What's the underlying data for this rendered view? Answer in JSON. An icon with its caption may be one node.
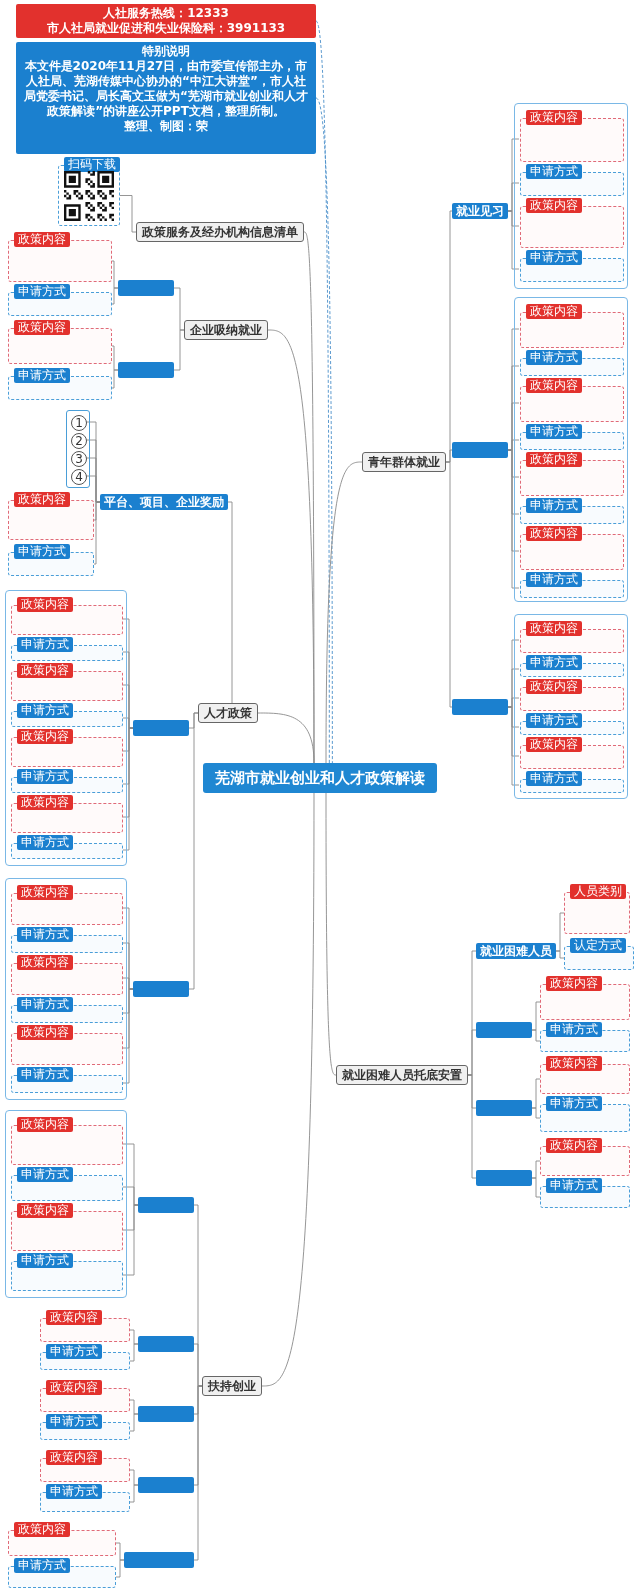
{
  "diagram": {
    "nodes": [
      {
        "text": [
          "人社服务热线：12333",
          "市人社局就业促进和失业保险科：3991133"
        ]
      },
      {
        "text": [
          "特别说明",
          "本文件是2020年11月27日，由市委宣传部主办，市人社局、芜湖传媒中心协办的“中江大讲堂”，市人社局党委书记、局长高文玉做为“芜湖市就业创业和人才政策解读”的讲座公开PPT文档，整理所制。",
          "整理、制图：荣"
        ]
      },
      {
        "text": [
          "芜湖市就业创业和人才政策解读"
        ]
      },
      {
        "text": [
          "政策服务及经办机构信息清单"
        ]
      },
      {
        "text": [
          "扫码下载"
        ]
      },
      {
        "text": [
          "企业吸纳就业"
        ]
      },
      {
        "text": [],
        "shape": "box"
      },
      {
        "text": [
          "政策内容"
        ]
      },
      {
        "text": [
          "申请方式"
        ]
      },
      {
        "text": [],
        "shape": "box"
      },
      {
        "text": [
          "政策内容"
        ]
      },
      {
        "text": [
          "申请方式"
        ]
      },
      {
        "text": [
          "人才政策"
        ]
      },
      {
        "text": [
          "平台、项目、企业奖励"
        ]
      },
      {
        "text": [],
        "shape": "box"
      },
      {
        "text": [
          "1"
        ],
        "in": 14
      },
      {
        "text": [
          "2"
        ],
        "in": 14
      },
      {
        "text": [
          "3"
        ],
        "in": 14
      },
      {
        "text": [
          "4"
        ],
        "in": 14
      },
      {
        "text": [
          "政策内容"
        ]
      },
      {
        "text": [
          "申请方式"
        ]
      },
      {
        "text": [],
        "shape": "box"
      },
      {
        "text": [],
        "shape": "box"
      },
      {
        "text": [
          "政策内容"
        ],
        "in": 21
      },
      {
        "text": [
          "申请方式"
        ],
        "in": 21
      },
      {
        "text": [
          "政策内容"
        ],
        "in": 21
      },
      {
        "text": [
          "申请方式"
        ],
        "in": 21
      },
      {
        "text": [
          "政策内容"
        ],
        "in": 21
      },
      {
        "text": [
          "申请方式"
        ],
        "in": 21
      },
      {
        "text": [
          "政策内容"
        ],
        "in": 21
      },
      {
        "text": [
          "申请方式"
        ],
        "in": 21
      },
      {
        "text": [],
        "shape": "box"
      },
      {
        "text": [],
        "shape": "box"
      },
      {
        "text": [
          "政策内容"
        ],
        "in": 31
      },
      {
        "text": [
          "申请方式"
        ],
        "in": 31
      },
      {
        "text": [
          "政策内容"
        ],
        "in": 31
      },
      {
        "text": [
          "申请方式"
        ],
        "in": 31
      },
      {
        "text": [
          "政策内容"
        ],
        "in": 31
      },
      {
        "text": [
          "申请方式"
        ],
        "in": 31
      },
      {
        "text": [
          "扶持创业"
        ]
      },
      {
        "text": [],
        "shape": "box"
      },
      {
        "text": [],
        "shape": "box"
      },
      {
        "text": [
          "政策内容"
        ],
        "in": 40
      },
      {
        "text": [
          "申请方式"
        ],
        "in": 40
      },
      {
        "text": [
          "政策内容"
        ],
        "in": 40
      },
      {
        "text": [
          "申请方式"
        ],
        "in": 40
      },
      {
        "text": [],
        "shape": "box"
      },
      {
        "text": [
          "政策内容"
        ]
      },
      {
        "text": [
          "申请方式"
        ]
      },
      {
        "text": [],
        "shape": "box"
      },
      {
        "text": [
          "政策内容"
        ]
      },
      {
        "text": [
          "申请方式"
        ]
      },
      {
        "text": [],
        "shape": "box"
      },
      {
        "text": [
          "政策内容"
        ]
      },
      {
        "text": [
          "申请方式"
        ]
      },
      {
        "text": [],
        "shape": "box"
      },
      {
        "text": [
          "政策内容"
        ]
      },
      {
        "text": [
          "申请方式"
        ]
      },
      {
        "text": [
          "青年群体就业"
        ]
      },
      {
        "text": [],
        "shape": "box"
      },
      {
        "text": [
          "就业见习"
        ]
      },
      {
        "text": [
          "政策内容"
        ],
        "in": 59
      },
      {
        "text": [
          "申请方式"
        ],
        "in": 59
      },
      {
        "text": [
          "政策内容"
        ],
        "in": 59
      },
      {
        "text": [
          "申请方式"
        ],
        "in": 59
      },
      {
        "text": [],
        "shape": "box"
      },
      {
        "text": [],
        "shape": "box"
      },
      {
        "text": [
          "政策内容"
        ],
        "in": 65
      },
      {
        "text": [
          "申请方式"
        ],
        "in": 65
      },
      {
        "text": [
          "政策内容"
        ],
        "in": 65
      },
      {
        "text": [
          "申请方式"
        ],
        "in": 65
      },
      {
        "text": [
          "政策内容"
        ],
        "in": 65
      },
      {
        "text": [
          "申请方式"
        ],
        "in": 65
      },
      {
        "text": [
          "政策内容"
        ],
        "in": 65
      },
      {
        "text": [
          "申请方式"
        ],
        "in": 65
      },
      {
        "text": [],
        "shape": "box"
      },
      {
        "text": [],
        "shape": "box"
      },
      {
        "text": [
          "政策内容"
        ],
        "in": 75
      },
      {
        "text": [
          "申请方式"
        ],
        "in": 75
      },
      {
        "text": [
          "政策内容"
        ],
        "in": 75
      },
      {
        "text": [
          "申请方式"
        ],
        "in": 75
      },
      {
        "text": [
          "政策内容"
        ],
        "in": 75
      },
      {
        "text": [
          "申请方式"
        ],
        "in": 75
      },
      {
        "text": [
          "就业困难人员托底安置"
        ]
      },
      {
        "text": [
          "就业困难人员"
        ]
      },
      {
        "text": [
          "人员类别"
        ]
      },
      {
        "text": [
          "认定方式"
        ]
      },
      {
        "text": [],
        "shape": "box"
      },
      {
        "text": [
          "政策内容"
        ]
      },
      {
        "text": [
          "申请方式"
        ]
      },
      {
        "text": [],
        "shape": "box"
      },
      {
        "text": [
          "政策内容"
        ]
      },
      {
        "text": [
          "申请方式"
        ]
      },
      {
        "text": [],
        "shape": "box"
      },
      {
        "text": [
          "政策内容"
        ]
      },
      {
        "text": [
          "申请方式"
        ]
      }
    ],
    "edges": [
      {
        "from": 0,
        "to": 2,
        "arrow": "none",
        "style": "dashed",
        "color": "#4a8fc9"
      },
      {
        "from": 1,
        "to": 2,
        "arrow": "none",
        "style": "dashed",
        "color": "#4a8fc9"
      },
      {
        "from": 2,
        "to": 3,
        "arrow": "none"
      },
      {
        "from": 2,
        "to": 5,
        "arrow": "none"
      },
      {
        "from": 2,
        "to": 12,
        "arrow": "none"
      },
      {
        "from": 2,
        "to": 39,
        "arrow": "none"
      },
      {
        "from": 2,
        "to": 58,
        "arrow": "none"
      },
      {
        "from": 2,
        "to": 83,
        "arrow": "none"
      },
      {
        "from": 3,
        "to": 4,
        "arrow": "none"
      },
      {
        "from": 5,
        "to": 6,
        "arrow": "none"
      },
      {
        "from": 5,
        "to": 9,
        "arrow": "none"
      },
      {
        "from": 6,
        "to": 7,
        "arrow": "none"
      },
      {
        "from": 6,
        "to": 8,
        "arrow": "none"
      },
      {
        "from": 9,
        "to": 10,
        "arrow": "none"
      },
      {
        "from": 9,
        "to": 11,
        "arrow": "none"
      },
      {
        "from": 12,
        "to": 13,
        "arrow": "none"
      },
      {
        "from": 12,
        "to": 22,
        "arrow": "none"
      },
      {
        "from": 12,
        "to": 32,
        "arrow": "none"
      },
      {
        "from": 13,
        "to": 15,
        "arrow": "none"
      },
      {
        "from": 13,
        "to": 16,
        "arrow": "none"
      },
      {
        "from": 13,
        "to": 17,
        "arrow": "none"
      },
      {
        "from": 13,
        "to": 18,
        "arrow": "none"
      },
      {
        "from": 13,
        "to": 19,
        "arrow": "none"
      },
      {
        "from": 13,
        "to": 20,
        "arrow": "none"
      },
      {
        "from": 22,
        "to": 23,
        "arrow": "none"
      },
      {
        "from": 22,
        "to": 24,
        "arrow": "none"
      },
      {
        "from": 22,
        "to": 25,
        "arrow": "none"
      },
      {
        "from": 22,
        "to": 26,
        "arrow": "none"
      },
      {
        "from": 22,
        "to": 27,
        "arrow": "none"
      },
      {
        "from": 22,
        "to": 28,
        "arrow": "none"
      },
      {
        "from": 22,
        "to": 29,
        "arrow": "none"
      },
      {
        "from": 22,
        "to": 30,
        "arrow": "none"
      },
      {
        "from": 32,
        "to": 33,
        "arrow": "none"
      },
      {
        "from": 32,
        "to": 34,
        "arrow": "none"
      },
      {
        "from": 32,
        "to": 35,
        "arrow": "none"
      },
      {
        "from": 32,
        "to": 36,
        "arrow": "none"
      },
      {
        "from": 32,
        "to": 37,
        "arrow": "none"
      },
      {
        "from": 32,
        "to": 38,
        "arrow": "none"
      },
      {
        "from": 39,
        "to": 41,
        "arrow": "none"
      },
      {
        "from": 39,
        "to": 46,
        "arrow": "none"
      },
      {
        "from": 39,
        "to": 49,
        "arrow": "none"
      },
      {
        "from": 39,
        "to": 52,
        "arrow": "none"
      },
      {
        "from": 39,
        "to": 55,
        "arrow": "none"
      },
      {
        "from": 41,
        "to": 42,
        "arrow": "none"
      },
      {
        "from": 41,
        "to": 43,
        "arrow": "none"
      },
      {
        "from": 41,
        "to": 44,
        "arrow": "none"
      },
      {
        "from": 41,
        "to": 45,
        "arrow": "none"
      },
      {
        "from": 46,
        "to": 47,
        "arrow": "none"
      },
      {
        "from": 46,
        "to": 48,
        "arrow": "none"
      },
      {
        "from": 49,
        "to": 50,
        "arrow": "none"
      },
      {
        "from": 49,
        "to": 51,
        "arrow": "none"
      },
      {
        "from": 52,
        "to": 53,
        "arrow": "none"
      },
      {
        "from": 52,
        "to": 54,
        "arrow": "none"
      },
      {
        "from": 55,
        "to": 56,
        "arrow": "none"
      },
      {
        "from": 55,
        "to": 57,
        "arrow": "none"
      },
      {
        "from": 58,
        "to": 60,
        "arrow": "none"
      },
      {
        "from": 58,
        "to": 66,
        "arrow": "none"
      },
      {
        "from": 58,
        "to": 76,
        "arrow": "none"
      },
      {
        "from": 60,
        "to": 61,
        "arrow": "none"
      },
      {
        "from": 60,
        "to": 62,
        "arrow": "none"
      },
      {
        "from": 60,
        "to": 63,
        "arrow": "none"
      },
      {
        "from": 60,
        "to": 64,
        "arrow": "none"
      },
      {
        "from": 66,
        "to": 67,
        "arrow": "none"
      },
      {
        "from": 66,
        "to": 68,
        "arrow": "none"
      },
      {
        "from": 66,
        "to": 69,
        "arrow": "none"
      },
      {
        "from": 66,
        "to": 70,
        "arrow": "none"
      },
      {
        "from": 66,
        "to": 71,
        "arrow": "none"
      },
      {
        "from": 66,
        "to": 72,
        "arrow": "none"
      },
      {
        "from": 66,
        "to": 73,
        "arrow": "none"
      },
      {
        "from": 66,
        "to": 74,
        "arrow": "none"
      },
      {
        "from": 76,
        "to": 77,
        "arrow": "none"
      },
      {
        "from": 76,
        "to": 78,
        "arrow": "none"
      },
      {
        "from": 76,
        "to": 79,
        "arrow": "none"
      },
      {
        "from": 76,
        "to": 80,
        "arrow": "none"
      },
      {
        "from": 76,
        "to": 81,
        "arrow": "none"
      },
      {
        "from": 76,
        "to": 82,
        "arrow": "none"
      },
      {
        "from": 83,
        "to": 84,
        "arrow": "none"
      },
      {
        "from": 83,
        "to": 87,
        "arrow": "none"
      },
      {
        "from": 83,
        "to": 90,
        "arrow": "none"
      },
      {
        "from": 83,
        "to": 93,
        "arrow": "none"
      },
      {
        "from": 84,
        "to": 85,
        "arrow": "none"
      },
      {
        "from": 84,
        "to": 86,
        "arrow": "none"
      },
      {
        "from": 87,
        "to": 88,
        "arrow": "none"
      },
      {
        "from": 87,
        "to": 89,
        "arrow": "none"
      },
      {
        "from": 90,
        "to": 91,
        "arrow": "none"
      },
      {
        "from": 90,
        "to": 92,
        "arrow": "none"
      },
      {
        "from": 93,
        "to": 94,
        "arrow": "none"
      },
      {
        "from": 93,
        "to": 95,
        "arrow": "none"
      }
    ]
  }
}
